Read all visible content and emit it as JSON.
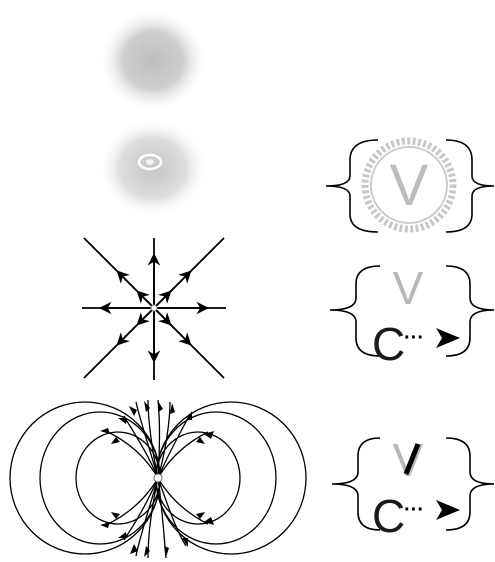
{
  "colors": {
    "ink": "#000000",
    "light_gray": "#c8c8c8",
    "mid_gray": "#9a9a9a",
    "accent_blue": "#1e4b8c"
  },
  "panels": {
    "row2_right": {
      "letter": "V"
    },
    "row3_right": {
      "top_letter": "V",
      "bottom_letter": "C",
      "arrow_dots": "···"
    },
    "row4_right": {
      "top_letter": "V",
      "bottom_letter": "C",
      "arrow_dots": "···"
    }
  }
}
